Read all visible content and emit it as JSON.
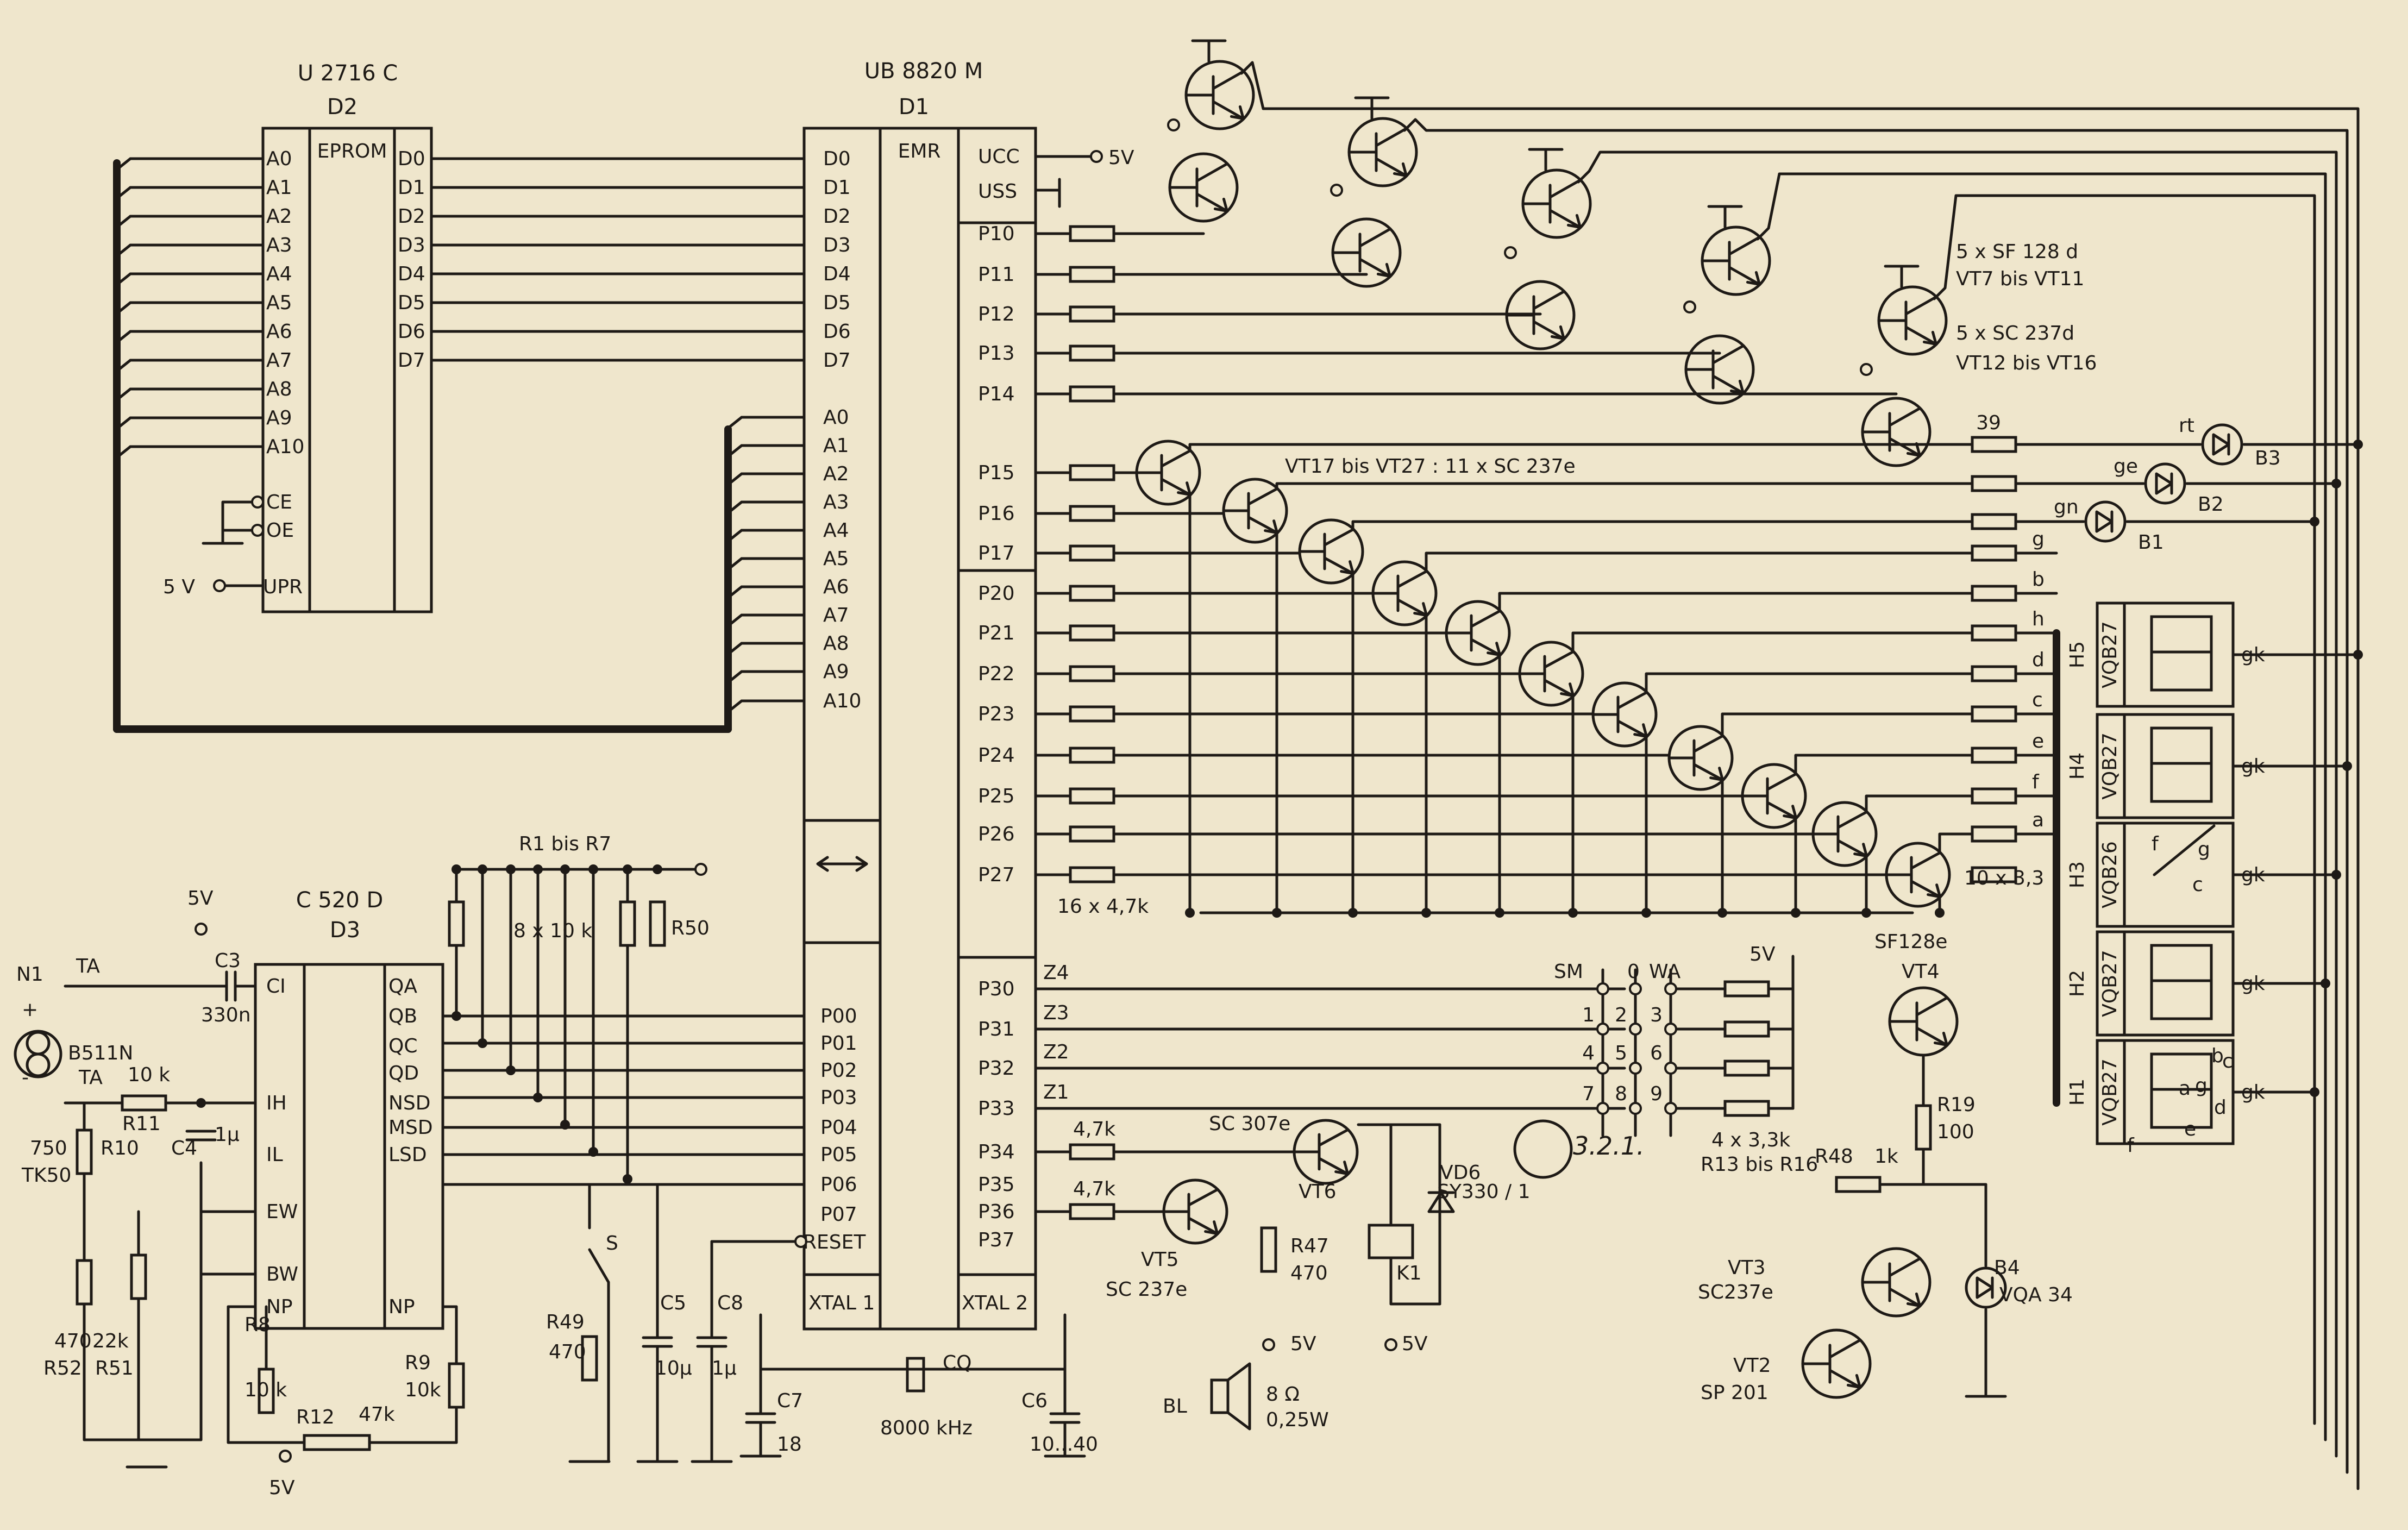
{
  "chips": {
    "d2": {
      "type": "U 2716 C",
      "ref": "D2",
      "inner": "EPROM",
      "addr": [
        "A0",
        "A1",
        "A2",
        "A3",
        "A4",
        "A5",
        "A6",
        "A7",
        "A8",
        "A9",
        "A10"
      ],
      "data": [
        "D0",
        "D1",
        "D2",
        "D3",
        "D4",
        "D5",
        "D6",
        "D7"
      ],
      "ce": "CE",
      "oe": "OE",
      "upr": "UPR",
      "upr_supply": "5 V"
    },
    "d1": {
      "type": "UB 8820 M",
      "ref": "D1",
      "inner": "EMR",
      "data": [
        "D0",
        "D1",
        "D2",
        "D3",
        "D4",
        "D5",
        "D6",
        "D7"
      ],
      "addr": [
        "A0",
        "A1",
        "A2",
        "A3",
        "A4",
        "A5",
        "A6",
        "A7",
        "A8",
        "A9",
        "A10"
      ],
      "ports_r": [
        "P10",
        "P11",
        "P12",
        "P13",
        "P14",
        "P15",
        "P16",
        "P17",
        "P20",
        "P21",
        "P22",
        "P23",
        "P24",
        "P25",
        "P26",
        "P27"
      ],
      "ports_r2": [
        "P30",
        "P31",
        "P32",
        "P33",
        "P34",
        "P35",
        "P36",
        "P37"
      ],
      "ports_l": [
        "P00",
        "P01",
        "P02",
        "P03",
        "P04",
        "P05",
        "P06",
        "P07"
      ],
      "ucc": "UCC",
      "uss": "USS",
      "ucc_supply": "5V",
      "reset": "RESET",
      "xtal1": "XTAL 1",
      "xtal2": "XTAL 2"
    },
    "d3": {
      "type": "C 520 D",
      "ref": "D3",
      "left": [
        "CI",
        "IH",
        "IL",
        "EW",
        "BW",
        "NP"
      ],
      "right": [
        "QA",
        "QB",
        "QC",
        "QD",
        "NSD",
        "MSD",
        "LSD",
        "NP"
      ]
    }
  },
  "power": {
    "v5": "5V",
    "v5b": "5 V"
  },
  "inputs": {
    "n1": "N1",
    "ta": "TA",
    "sensor": "B511N",
    "plus": "+",
    "minus": "-"
  },
  "parts": {
    "c3": "C3",
    "c3v": "330n",
    "r11": "R11",
    "r11v": "10 k",
    "c4": "C4",
    "c4v": "1μ",
    "r10": "R10",
    "r10a": "750",
    "r10b": "TK50",
    "r52": "R52",
    "r52v": "470",
    "r51": "R51",
    "r51v": "22k",
    "r8": "R8",
    "r8v": "10 k",
    "r9": "R9",
    "r9v": "10k",
    "r12": "R12",
    "r12v": "47k",
    "r12s": "5V",
    "rnet": "R1 bis R7",
    "rnetv": "8 x 10 k",
    "r50": "R50",
    "s": "S",
    "r49": "R49",
    "r49v": "470",
    "c5": "C5",
    "c5v": "10μ",
    "c8": "C8",
    "c8v": "1μ",
    "c7": "C7",
    "c7v": "18",
    "cq": "CQ",
    "cqv": "8000 kHz",
    "c6": "C6",
    "c6v": "10...40",
    "r16x": "16 x 4,7k",
    "r10x": "10 x 3,3",
    "r39": "39",
    "r34": "4,7k",
    "r36": "4,7k",
    "vt6": "VT6",
    "vt6t": "SC 307e",
    "vt5": "VT5",
    "vt5t": "SC 237e",
    "r47": "R47",
    "r47v": "470",
    "r47s": "5V",
    "bl": "BL",
    "blv1": "8 Ω",
    "blv2": "0,25W",
    "k1": "K1",
    "k1s": "5V",
    "vd6": "VD6",
    "vd6t": "SY330 / 1",
    "vt4t": "SF128e",
    "vt4": "VT4",
    "r19": "R19",
    "r19v": "100",
    "r48": "R48",
    "r48v": "1k",
    "vt3": "VT3",
    "vt3t": "SC237e",
    "vt2": "VT2",
    "vt2t": "SP 201",
    "b4": "B4",
    "b4t": "VQA 34",
    "r1316": "4 x 3,3k",
    "r1316b": "R13 bis R16",
    "kb5v": "5V",
    "sm": "SM",
    "zero": "0",
    "wa": "WA",
    "keys": [
      "1",
      "2",
      "3",
      "4",
      "5",
      "6",
      "7",
      "8",
      "9"
    ],
    "z4": "Z4",
    "z3": "Z3",
    "z2": "Z2",
    "z1": "Z1",
    "note": "3.2.1."
  },
  "transistors": {
    "sf": "5 x SF 128 d",
    "sf_r": "VT7 bis VT11",
    "sc": "5 x SC 237d",
    "sc_r": "VT12 bis VT16",
    "row": "VT17 bis VT27 : 11 x SC 237e"
  },
  "leds": {
    "rt": "rt",
    "ge": "ge",
    "gn": "gn",
    "b3": "B3",
    "b2": "B2",
    "b1": "B1"
  },
  "segments": [
    "g",
    "b",
    "h",
    "d",
    "c",
    "e",
    "f",
    "a"
  ],
  "displays": [
    {
      "ref": "H5",
      "type": "VQB27",
      "gk": "gk"
    },
    {
      "ref": "H4",
      "type": "VQB27",
      "gk": "gk"
    },
    {
      "ref": "H3",
      "type": "VQB26",
      "gk": "gk"
    },
    {
      "ref": "H2",
      "type": "VQB27",
      "gk": "gk"
    },
    {
      "ref": "H1",
      "type": "VQB27",
      "gk": "gk"
    }
  ],
  "h3_letters": [
    "f",
    "g",
    "c"
  ],
  "h1_letters": [
    "a",
    "b",
    "g",
    "c",
    "d",
    "e",
    "f"
  ]
}
